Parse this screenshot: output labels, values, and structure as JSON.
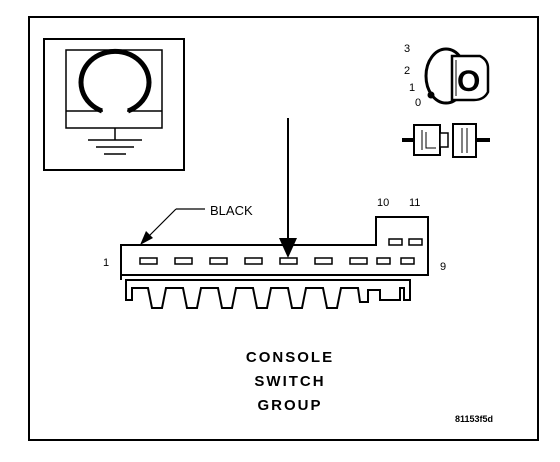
{
  "wire_color_label": "BLACK",
  "pin_labels": {
    "first": "1",
    "last_bottom": "9",
    "top_left": "10",
    "top_right": "11"
  },
  "ignition_positions": [
    "3",
    "2",
    "1",
    "0"
  ],
  "switch_letter": "O",
  "title_lines": [
    "CONSOLE",
    "SWITCH",
    "GROUP"
  ],
  "figure_id": "81153f5d",
  "colors": {
    "ink": "#000000",
    "paper": "#ffffff"
  },
  "icons": [
    "ground-symbol-icon",
    "ignition-key-icon",
    "connector-halves-icon"
  ]
}
